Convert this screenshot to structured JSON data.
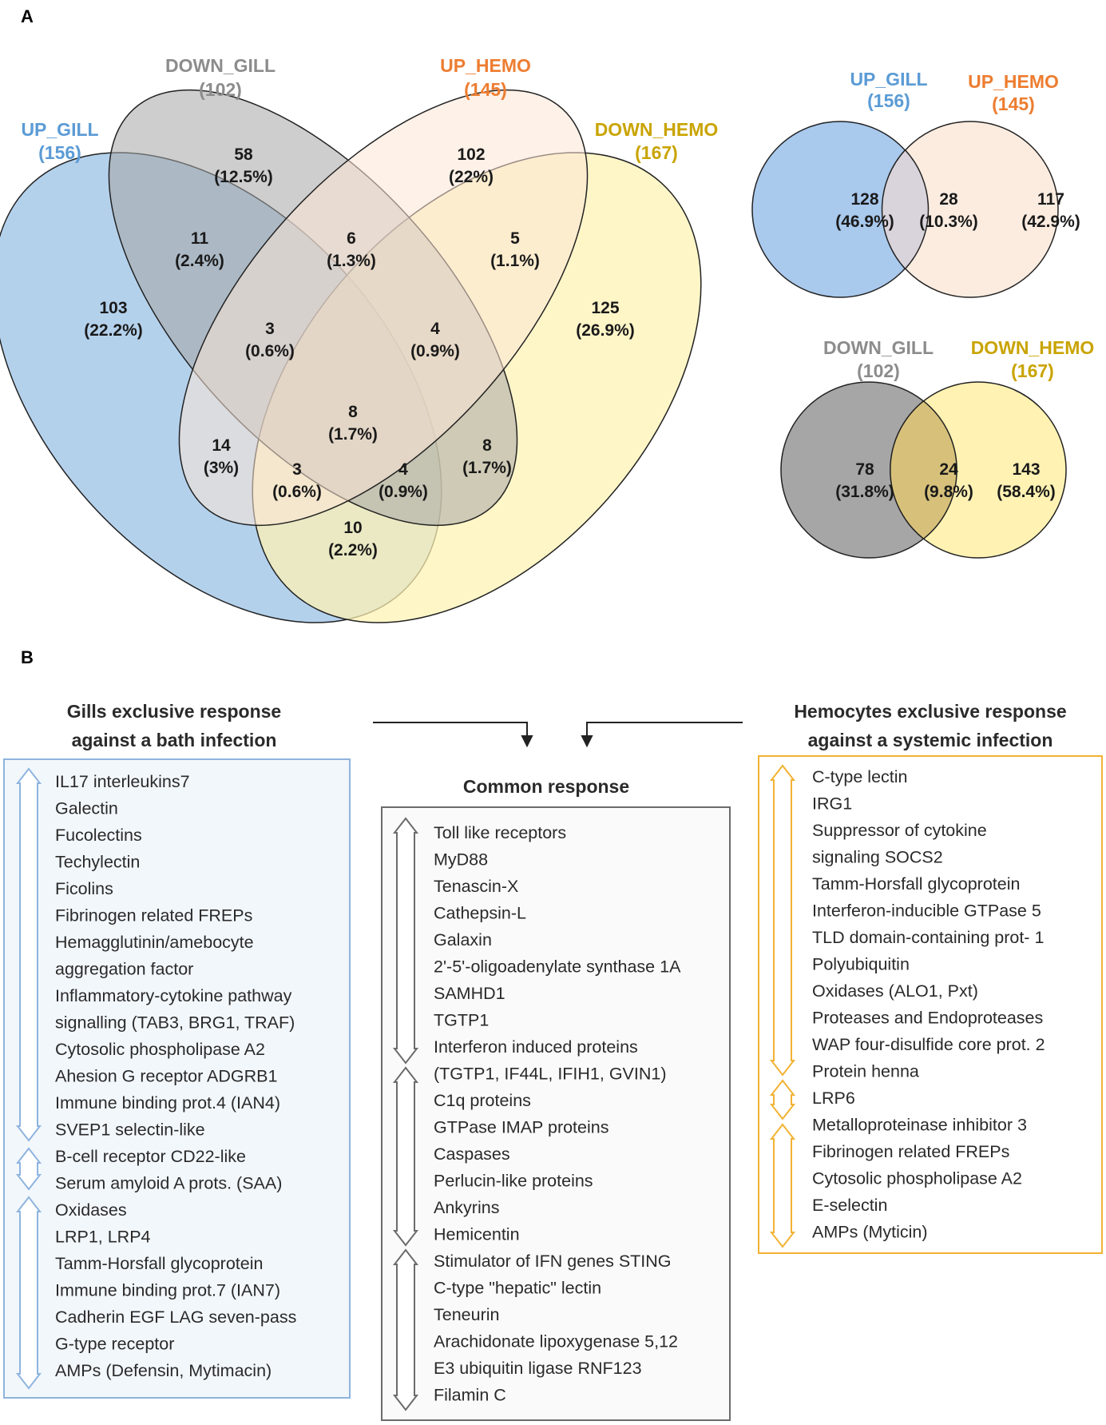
{
  "panel_a_label": "A",
  "panel_b_label": "B",
  "colors": {
    "up_gill": "#5b9bd5",
    "down_gill": "#8c8c8c",
    "up_hemo": "#ed7d31",
    "down_hemo": "#c9a400",
    "gill_box": "#8fb4de",
    "hemo_box": "#f2b233",
    "common_box": "#6b6b6b"
  },
  "venn4": {
    "sets": [
      {
        "name": "UP_GILL",
        "count": "(156)"
      },
      {
        "name": "DOWN_GILL",
        "count": "(102)"
      },
      {
        "name": "UP_HEMO",
        "count": "(145)"
      },
      {
        "name": "DOWN_HEMO",
        "count": "(167)"
      }
    ],
    "regions": [
      {
        "n": "58",
        "p": "(12.5%)"
      },
      {
        "n": "102",
        "p": "(22%)"
      },
      {
        "n": "11",
        "p": "(2.4%)"
      },
      {
        "n": "6",
        "p": "(1.3%)"
      },
      {
        "n": "5",
        "p": "(1.1%)"
      },
      {
        "n": "103",
        "p": "(22.2%)"
      },
      {
        "n": "3",
        "p": "(0.6%)"
      },
      {
        "n": "4",
        "p": "(0.9%)"
      },
      {
        "n": "125",
        "p": "(26.9%)"
      },
      {
        "n": "8",
        "p": "(1.7%)"
      },
      {
        "n": "14",
        "p": "(3%)"
      },
      {
        "n": "3",
        "p": "(0.6%)"
      },
      {
        "n": "4",
        "p": "(0.9%)"
      },
      {
        "n": "8",
        "p": "(1.7%)"
      },
      {
        "n": "10",
        "p": "(2.2%)"
      }
    ]
  },
  "venn_up": {
    "left": {
      "name": "UP_GILL",
      "count": "(156)"
    },
    "right": {
      "name": "UP_HEMO",
      "count": "(145)"
    },
    "regions": [
      {
        "n": "128",
        "p": "(46.9%)"
      },
      {
        "n": "28",
        "p": "(10.3%)"
      },
      {
        "n": "117",
        "p": "(42.9%)"
      }
    ]
  },
  "venn_down": {
    "left": {
      "name": "DOWN_GILL",
      "count": "(102)"
    },
    "right": {
      "name": "DOWN_HEMO",
      "count": "(167)"
    },
    "regions": [
      {
        "n": "78",
        "p": "(31.8%)"
      },
      {
        "n": "24",
        "p": "(9.8%)"
      },
      {
        "n": "143",
        "p": "(58.4%)"
      }
    ]
  },
  "gills": {
    "title_line1": "Gills exclusive response",
    "title_line2": "against a bath infection",
    "items": [
      "IL17 interleukins7",
      "Galectin",
      "Fucolectins",
      "Techylectin",
      "Ficolins",
      "Fibrinogen related FREPs",
      "Hemagglutinin/amebocyte",
      "aggregation factor",
      "Inflammatory-cytokine pathway",
      "signalling (TAB3, BRG1, TRAF)",
      "Cytosolic phospholipase A2",
      "Ahesion G receptor ADGRB1",
      "Immune binding prot.4 (IAN4)",
      "SVEP1 selectin-like",
      "B-cell receptor CD22-like",
      "Serum amyloid A prots. (SAA)",
      "Oxidases",
      "LRP1, LRP4",
      "Tamm-Horsfall glycoprotein",
      "Immune binding prot.7 (IAN7)",
      "Cadherin EGF LAG seven-pass",
      "G-type receptor",
      "AMPs (Defensin, Mytimacin)"
    ]
  },
  "common": {
    "title": "Common response",
    "items": [
      "Toll like receptors",
      "MyD88",
      "Tenascin-X",
      "Cathepsin-L",
      "Galaxin",
      "2'-5'-oligoadenylate synthase 1A",
      "SAMHD1",
      "TGTP1",
      "Interferon induced proteins",
      "(TGTP1, IF44L, IFIH1, GVIN1)",
      "C1q proteins",
      "GTPase IMAP proteins",
      "Caspases",
      "Perlucin-like proteins",
      "Ankyrins",
      "Hemicentin",
      "Stimulator of IFN genes STING",
      "C-type \"hepatic\" lectin",
      "Teneurin",
      "Arachidonate lipoxygenase 5,12",
      "E3 ubiquitin ligase RNF123",
      "Filamin C"
    ]
  },
  "hemo": {
    "title_line1": "Hemocytes exclusive response",
    "title_line2": "against a systemic infection",
    "items": [
      "C-type lectin",
      "IRG1",
      "Suppressor of cytokine",
      "signaling SOCS2",
      "Tamm-Horsfall glycoprotein",
      "Interferon-inducible GTPase 5",
      "TLD domain-containing prot- 1",
      "Polyubiquitin",
      "Oxidases (ALO1, Pxt)",
      "Proteases and Endoproteases",
      "WAP four-disulfide core prot. 2",
      "Protein henna",
      "LRP6",
      "Metalloproteinase inhibitor 3",
      "Fibrinogen related FREPs",
      "Cytosolic phospholipase A2",
      "E-selectin",
      "AMPs (Myticin)"
    ]
  }
}
